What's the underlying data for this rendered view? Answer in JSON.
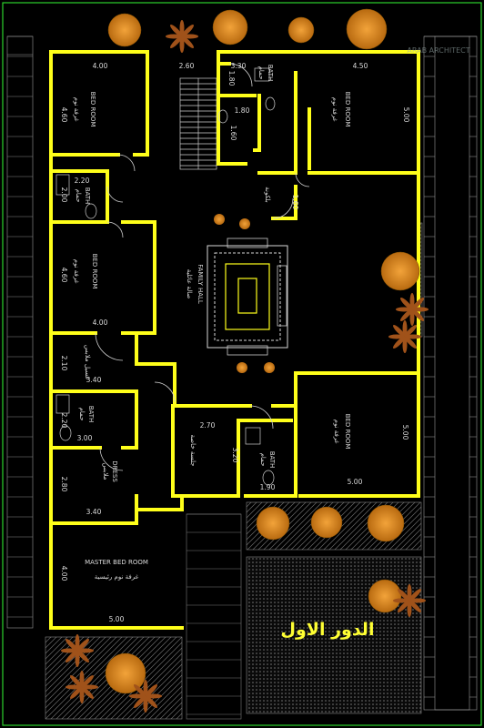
{
  "plan": {
    "floor_title": "الدور الاول",
    "watermark": "ARAB ARCHITECT",
    "rooms": {
      "bed_top_left": {
        "ar": "غرفة نوم",
        "en": "BED ROOM"
      },
      "bed_top_right": {
        "ar": "غرفة نوم",
        "en": "BED ROOM"
      },
      "bed_mid_left": {
        "ar": "غرفة نوم",
        "en": "BED ROOM"
      },
      "bed_right": {
        "ar": "غرفة نوم",
        "en": "BED ROOM"
      },
      "master": {
        "en": "MASTER BED ROOM",
        "ar": "غرفة نوم رئيسية"
      },
      "family_hall": {
        "ar": "صالة عائلية",
        "en": "FAMILY HALL"
      },
      "bath_top_center": {
        "ar": "حمام",
        "en": "BATH"
      },
      "bath_left": {
        "ar": "حمام",
        "en": "BATH"
      },
      "bath_left2": {
        "ar": "حمام",
        "en": "BATH"
      },
      "bath_center": {
        "ar": "حمام",
        "en": "BATH"
      },
      "dress": {
        "ar": "ملابس",
        "en": "DRESS"
      },
      "clothes_closet": {
        "ar": "غسيل ملابس"
      },
      "private_sitting": {
        "ar": "جلسة خاصة"
      },
      "balcony": {
        "ar": "بلكونة"
      }
    },
    "dimensions": {
      "top_left_w": "4.00",
      "top_stair_w": "2.60",
      "top_bath_w": "3.30",
      "top_right_w": "4.50",
      "top_left_h": "4.60",
      "top_right_h": "5.00",
      "bath_h": "1.80",
      "bath_small_w": "1.80",
      "bath_small_h": "1.60",
      "bath_left_w": "2.20",
      "bath_left_h": "2.00",
      "balcony_h": "1.60",
      "mid_left_h": "4.60",
      "mid_left_w": "4.00",
      "laundry_h": "2.10",
      "laundry_w": "3.40",
      "bath2_h": "2.20",
      "bath2_w": "3.00",
      "dress_h": "2.80",
      "dress_w": "3.40",
      "sitting_w": "2.70",
      "sitting_h": "3.20",
      "bath_c_w": "1.90",
      "bed_right_h": "5.00",
      "bed_right_w": "5.00",
      "master_h": "4.00",
      "master_w": "5.00"
    }
  }
}
